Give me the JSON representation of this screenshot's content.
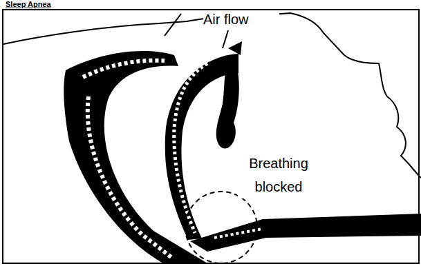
{
  "diagram": {
    "title": "Sleep Apnea",
    "labels": [
      "Air flow",
      "Breathing blocked"
    ]
  }
}
